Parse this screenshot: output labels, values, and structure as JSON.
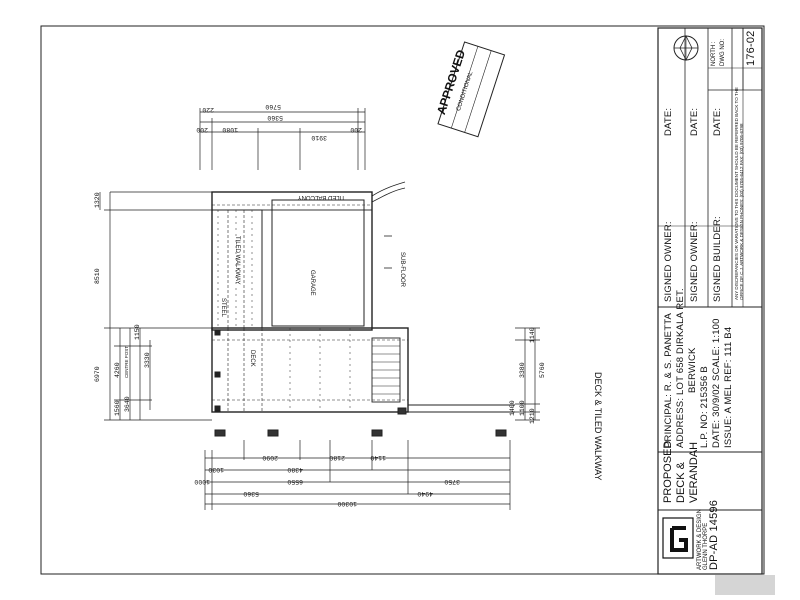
{
  "title_block": {
    "drawing_title": [
      "PROPOSED",
      "DECK &",
      "VERANDAH"
    ],
    "principal": "PRINCIPAL: R. & S. PANETTA",
    "address": "ADDRESS: LOT 658 DIRKALA RET.",
    "suburb": "BERWICK",
    "lp_no": "L.P. NO: 215356 B",
    "date_scale": "DATE: 30/9/02 SCALE: 1:100",
    "issue_mel": "ISSUE: A    MEL REF: 111 B4",
    "signed_owner_1": "SIGNED OWNER:",
    "signed_owner_2": "SIGNED OWNER:",
    "signed_builder": "SIGNED BUILDER:",
    "date_label": "DATE:",
    "note_line_1": "ANY DISCREPANCIES OR VARIATIONS TO THIS DOCUMENT SHOULD BE REFERRED BACK TO THE",
    "note_line_2": "OFFICE OF C.J. ARTWORK & DESIGN  PHONES: (03) 9705-6412  FAX: (03) 9705-6798",
    "north_label": "NORTH :",
    "dwg_no_label": "DWG NO:",
    "dwg_no": "176-02",
    "logo_letter": "G",
    "company_line_1": "ARTWORK & DESIGN",
    "company_line_2": "GLENN THORPE",
    "dp_ad": "DP-AD 14596"
  },
  "plan": {
    "section_title": "DECK & TILED WALKWAY",
    "garage": "GARAGE",
    "sub_floor": "SUB-FLOOR",
    "tiled_balcony": "TILED BALCONY",
    "tiled_walkway": "TILED WALKWAY",
    "deck": "DECK",
    "steel_label": "STEEL",
    "centre_post": "CENTRE POST",
    "stamp_approved": "APPROVED",
    "stamp_conditional": "CONDITIONAL"
  },
  "dimensions": {
    "top_overall": "5760",
    "top_a": "5360",
    "top_b": "3910",
    "top_c": "1080",
    "top_d": "200",
    "top_e": "220",
    "top_f": "200",
    "left_1": "8510",
    "left_2": "1320",
    "left_3": "6970",
    "left_4": "1150",
    "left_5": "4260",
    "left_6": "1560",
    "left_7": "3330",
    "left_8": "3640",
    "bottom_1": "10300",
    "bottom_2": "5360",
    "bottom_3": "4940",
    "bottom_4": "6550",
    "bottom_5": "3750",
    "bottom_6": "1000",
    "bottom_7": "4380",
    "bottom_8": "1030",
    "bottom_9": "2090",
    "bottom_10": "2180",
    "bottom_11": "1140",
    "right_1": "1140",
    "right_2": "3380",
    "right_3": "5760",
    "right_4": "1100",
    "right_5": "1400",
    "right_6": "1210"
  }
}
